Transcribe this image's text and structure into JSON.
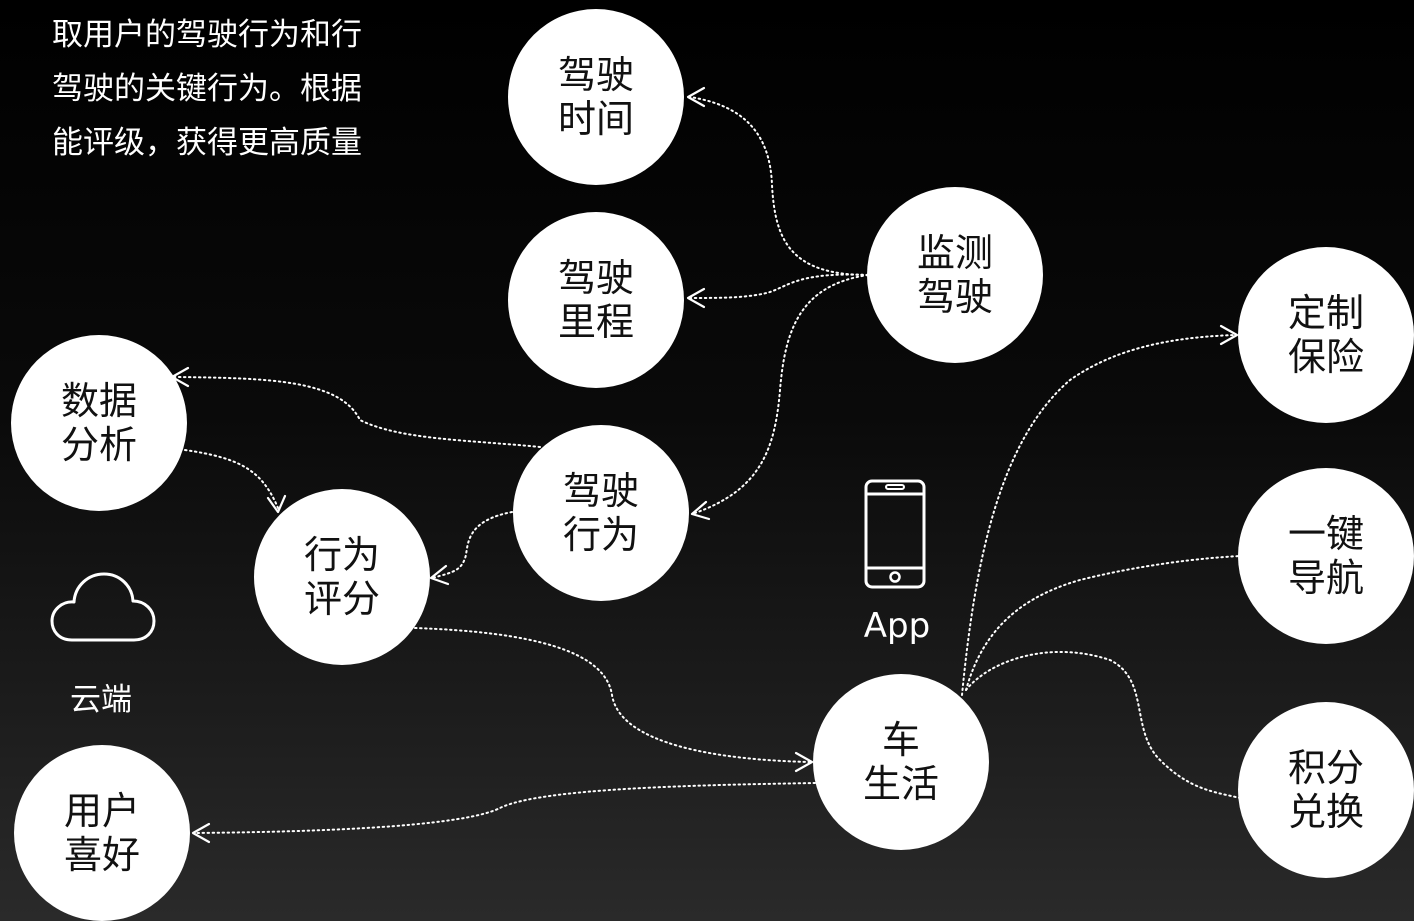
{
  "intro_lines": [
    "取用户的驾驶行为和行",
    "驾驶的关键行为。根据",
    "能评级，获得更高质量"
  ],
  "nodes": {
    "drive_time": "驾驶\n时间",
    "drive_mileage": "驾驶\n里程",
    "monitor_driving": "监测\n驾驶",
    "data_analysis": "数据\n分析",
    "drive_behavior": "驾驶\n行为",
    "behavior_score": "行为\n评分",
    "custom_insurance": "定制\n保险",
    "one_key_nav": "一键\n导航",
    "car_life": "车\n生活",
    "points_exchange": "积分\n兑换",
    "user_preference": "用户\n喜好"
  },
  "icons": {
    "phone": "mobile-phone-icon",
    "cloud": "cloud-icon"
  },
  "labels": {
    "app": "App",
    "cloud": "云端"
  },
  "colors": {
    "node_fill": "#ffffff",
    "node_text": "#111111",
    "connector": "#ffffff",
    "background_top": "#000000",
    "background_bottom": "#2a2a2a"
  }
}
